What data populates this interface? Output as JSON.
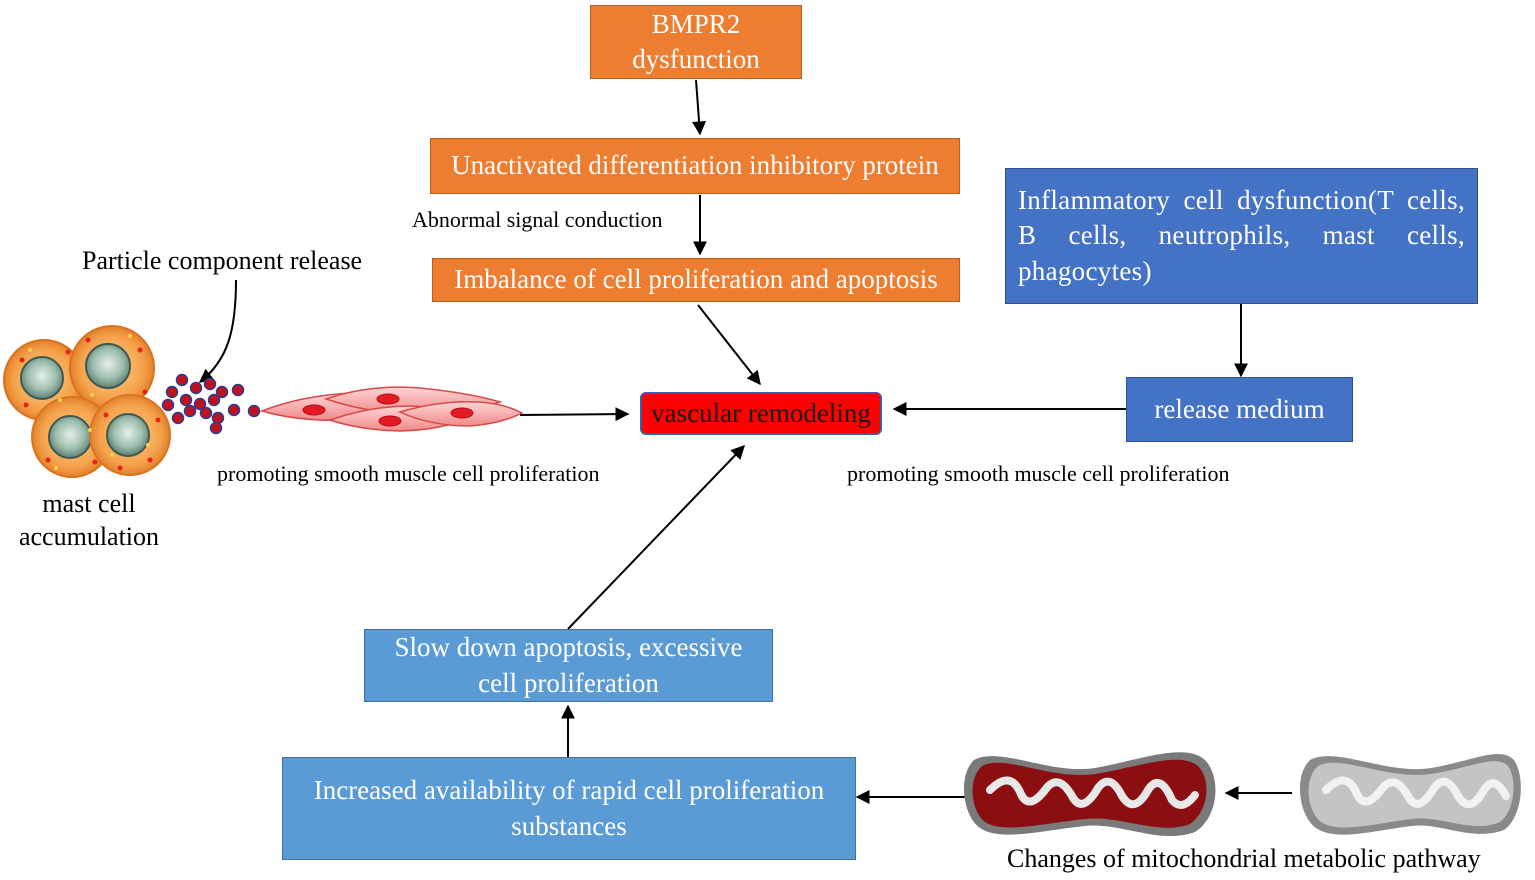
{
  "boxes": {
    "bmpr2": "BMPR2\ndysfunction",
    "unactivated": "Unactivated differentiation inhibitory protein",
    "imbalance": "Imbalance of cell proliferation and apoptosis",
    "inflammatory": "Inflammatory cell dysfunction(T cells, B cells, neutrophils, mast cells, phagocytes)",
    "release_medium": "release medium",
    "vascular": "vascular remodeling",
    "slow_down": "Slow down apoptosis, excessive cell proliferation",
    "increased": "Increased availability of rapid cell proliferation substances"
  },
  "labels": {
    "abnormal_signal": "Abnormal signal conduction",
    "particle_release": "Particle component release",
    "mast_cell": "mast cell\naccumulation",
    "promoting_left": "promoting smooth muscle cell proliferation",
    "promoting_right": "promoting smooth muscle cell proliferation",
    "mitochondria": "Changes of mitochondrial metabolic pathway"
  },
  "colors": {
    "orange": "#ed7d31",
    "dark_blue": "#4472c4",
    "light_blue": "#5b9bd5",
    "red": "#ff0000",
    "mito_red": "#8b0e10",
    "mito_gray": "#bfbfbf"
  },
  "icons": [
    "mast-cell-cluster-icon",
    "granule-particles-icon",
    "smooth-muscle-cells-icon",
    "mitochondrion-red-icon",
    "mitochondrion-gray-icon"
  ]
}
